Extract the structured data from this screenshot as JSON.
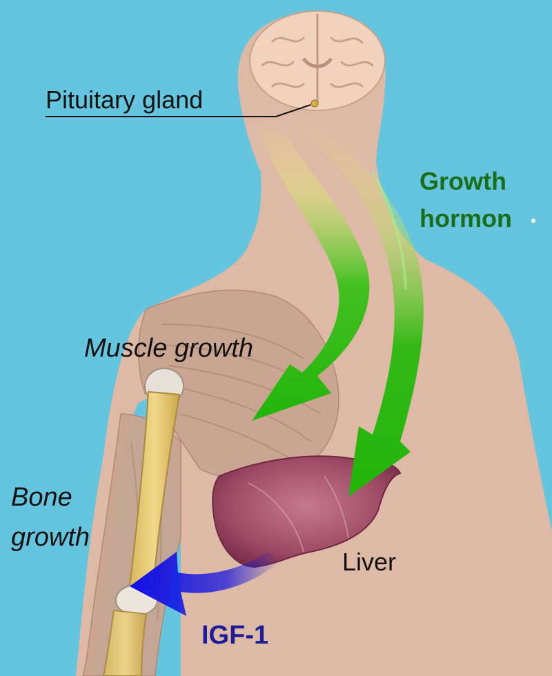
{
  "labels": {
    "pituitary": "Pituitary gland",
    "growth_hormone_line1": "Growth",
    "growth_hormone_line2": "hormon",
    "muscle": "Muscle growth",
    "bone_line1": "Bone",
    "bone_line2": "growth",
    "liver": "Liver",
    "igf": "IGF-1"
  },
  "colors": {
    "background": "#66c5de",
    "skin": "#deb9a6",
    "growth_hormone_arrow": "#22b50a",
    "igf_arrow": "#1010e0",
    "growth_hormone_text": "#1a6d1a",
    "igf_text": "#1d1d9a"
  }
}
